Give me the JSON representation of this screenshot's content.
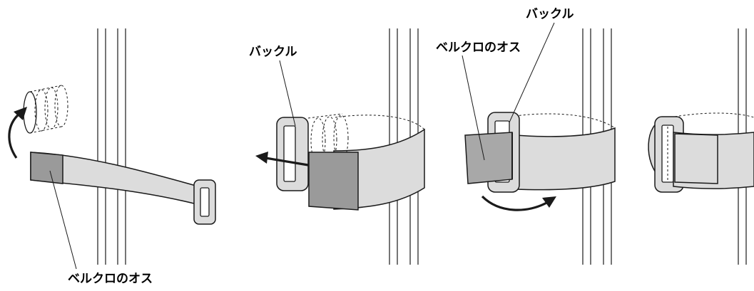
{
  "labels": {
    "step1_velcro": "ベルクロのオス",
    "step2_buckle": "バックル",
    "step3_velcro": "ベルクロのオス",
    "step3_buckle": "バックル"
  },
  "colors": {
    "strap": "#dcdcdc",
    "velcro": "#9a9a9a",
    "velcro_light": "#a8a8a8",
    "outline": "#1a1a1a"
  }
}
